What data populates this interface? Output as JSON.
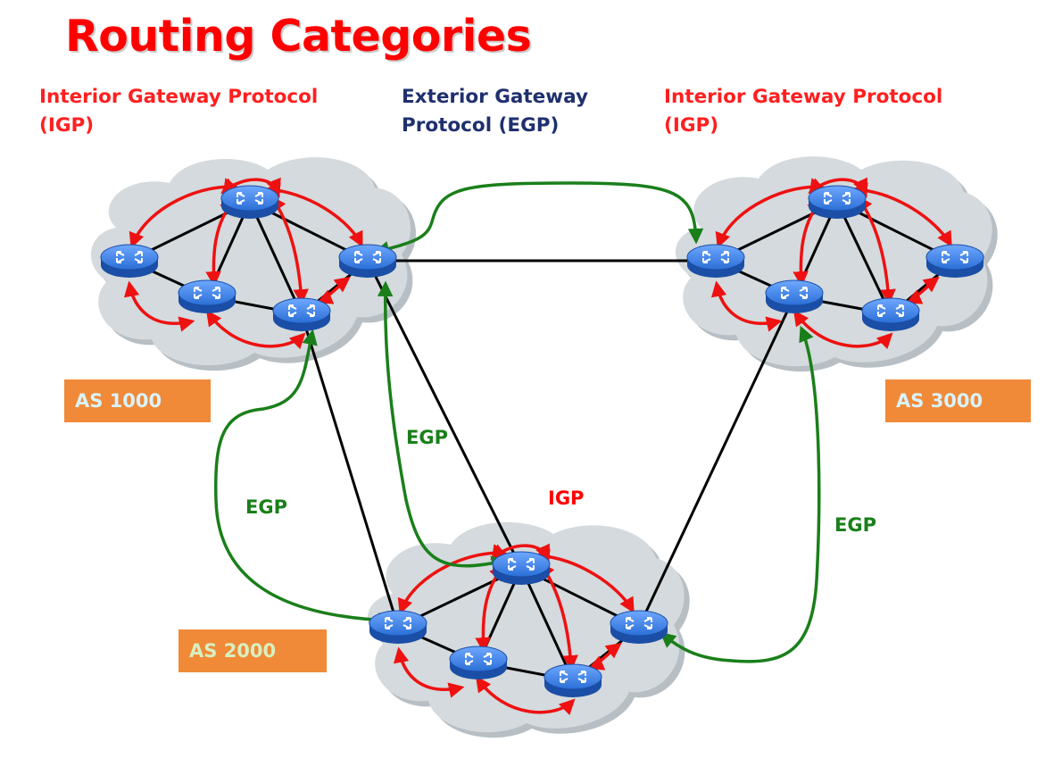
{
  "title": "Routing Categories",
  "headers": {
    "left_igp": "Interior Gateway Protocol\n(IGP)",
    "center_egp": "Exterior Gateway\nProtocol (EGP)",
    "right_igp": "Interior Gateway Protocol\n(IGP)"
  },
  "as_labels": {
    "as1000": "AS 1000",
    "as2000": "AS 2000",
    "as3000": "AS 3000"
  },
  "link_labels": {
    "egp_center": "EGP",
    "egp_left": "EGP",
    "egp_right": "EGP",
    "igp_bottom": "IGP"
  },
  "colors": {
    "title": "#ff0000",
    "igp_text": "#ff1f1f",
    "egp_header": "#1f2f6f",
    "egp_link": "#1a7f1a",
    "igp_arrows": "#ee1111",
    "as_box": "#f08a38",
    "as_text_cyan": "#d9f3fb",
    "as_text_green": "#d8f0c0",
    "cloud": "#d2d8dc",
    "router": "#2a6fd6"
  }
}
